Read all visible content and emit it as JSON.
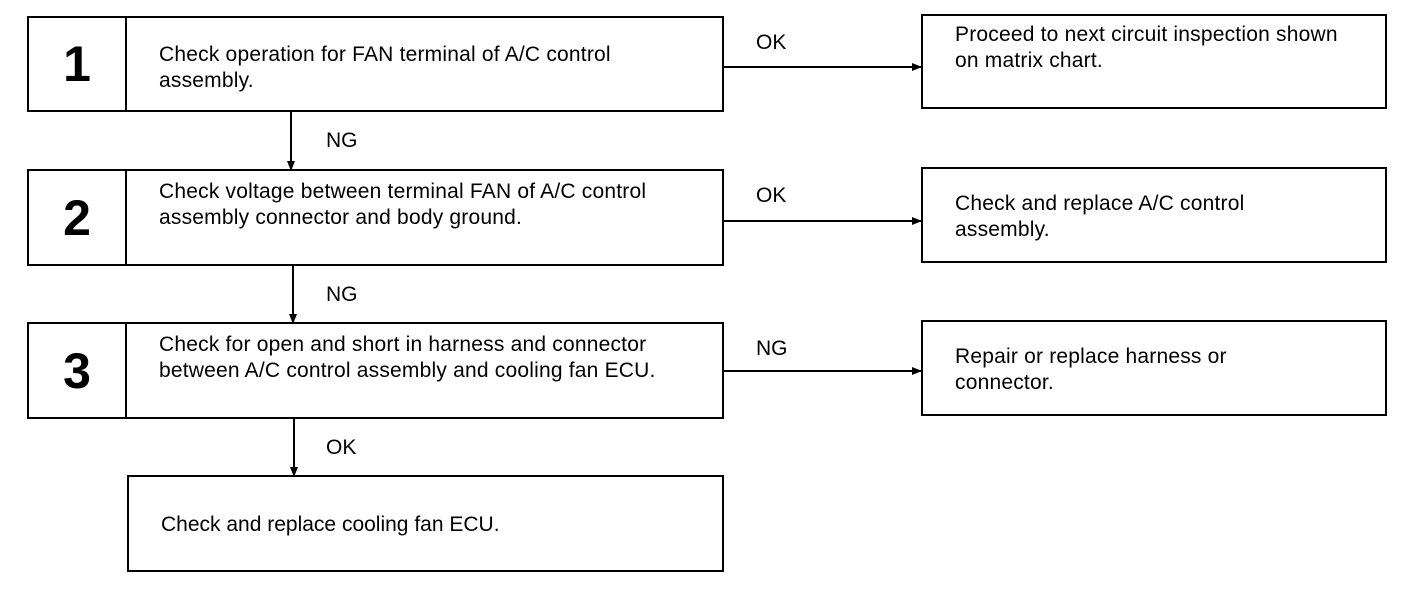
{
  "steps": [
    {
      "number": "1",
      "text": "Check operation for FAN terminal of A/C control assembly."
    },
    {
      "number": "2",
      "text": "Check voltage between terminal FAN of A/C control assembly connector and body ground."
    },
    {
      "number": "3",
      "text": "Check for open and short in harness and connector between A/C control assembly and cooling fan ECU."
    }
  ],
  "results": [
    {
      "condition": "OK",
      "text": "Proceed to next circuit inspection shown on matrix chart."
    },
    {
      "condition": "OK",
      "text": "Check and replace A/C control assembly."
    },
    {
      "condition": "NG",
      "text": "Repair or replace harness or connector."
    }
  ],
  "down_labels": [
    "NG",
    "NG",
    "OK"
  ],
  "final": {
    "text": "Check and replace cooling fan ECU."
  }
}
